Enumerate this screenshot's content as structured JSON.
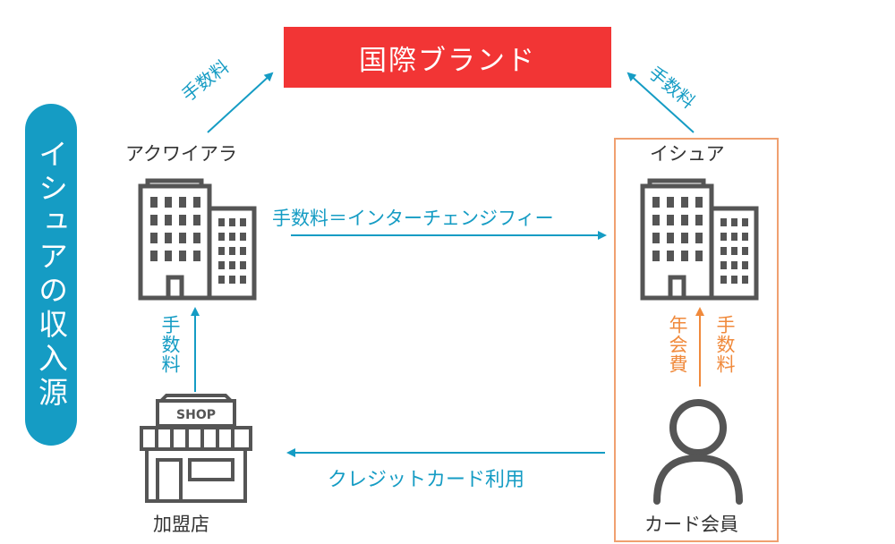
{
  "side_label": "イシュアの収入源",
  "brand": {
    "label": "国際ブランド"
  },
  "acquirer": {
    "label": "アクワイアラ"
  },
  "issuer": {
    "label": "イシュア"
  },
  "merchant": {
    "label": "加盟店",
    "shop_sign": "SHOP"
  },
  "cardholder": {
    "label": "カード会員"
  },
  "flows": {
    "acquirer_to_brand": "手数料",
    "issuer_to_brand": "手数料",
    "acquirer_to_issuer": "手数料＝インターチェンジフィー",
    "merchant_to_acquirer": "手数料",
    "cardholder_to_issuer_annual": "年会費",
    "cardholder_to_issuer_fee": "手数料",
    "issuer_to_merchant_usage": "クレジットカード利用"
  },
  "colors": {
    "teal": "#159cc4",
    "orange": "#f08a3c",
    "red": "#f23535",
    "icon_gray": "#555555"
  }
}
